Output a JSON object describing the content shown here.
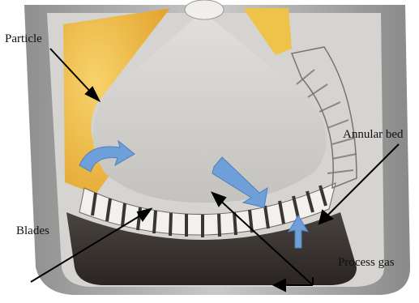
{
  "labels": {
    "particle": "Particle",
    "annular_bed": "Annular bed",
    "blades": "Blades",
    "process_gas": "Process gas"
  },
  "colors": {
    "background": "#ffffff",
    "vessel_steel": "#b3b3b3",
    "vessel_inner": "#d8d6d3",
    "cone": "#d2d0cc",
    "particle_fill": "#f0b93a",
    "blade_light": "#f4f4f2",
    "blade_dark": "#3a3632",
    "flow_arrow": "#6e9fd8",
    "annotation": "#000000"
  },
  "icons": {
    "flow": "flow-arrow-icon"
  }
}
